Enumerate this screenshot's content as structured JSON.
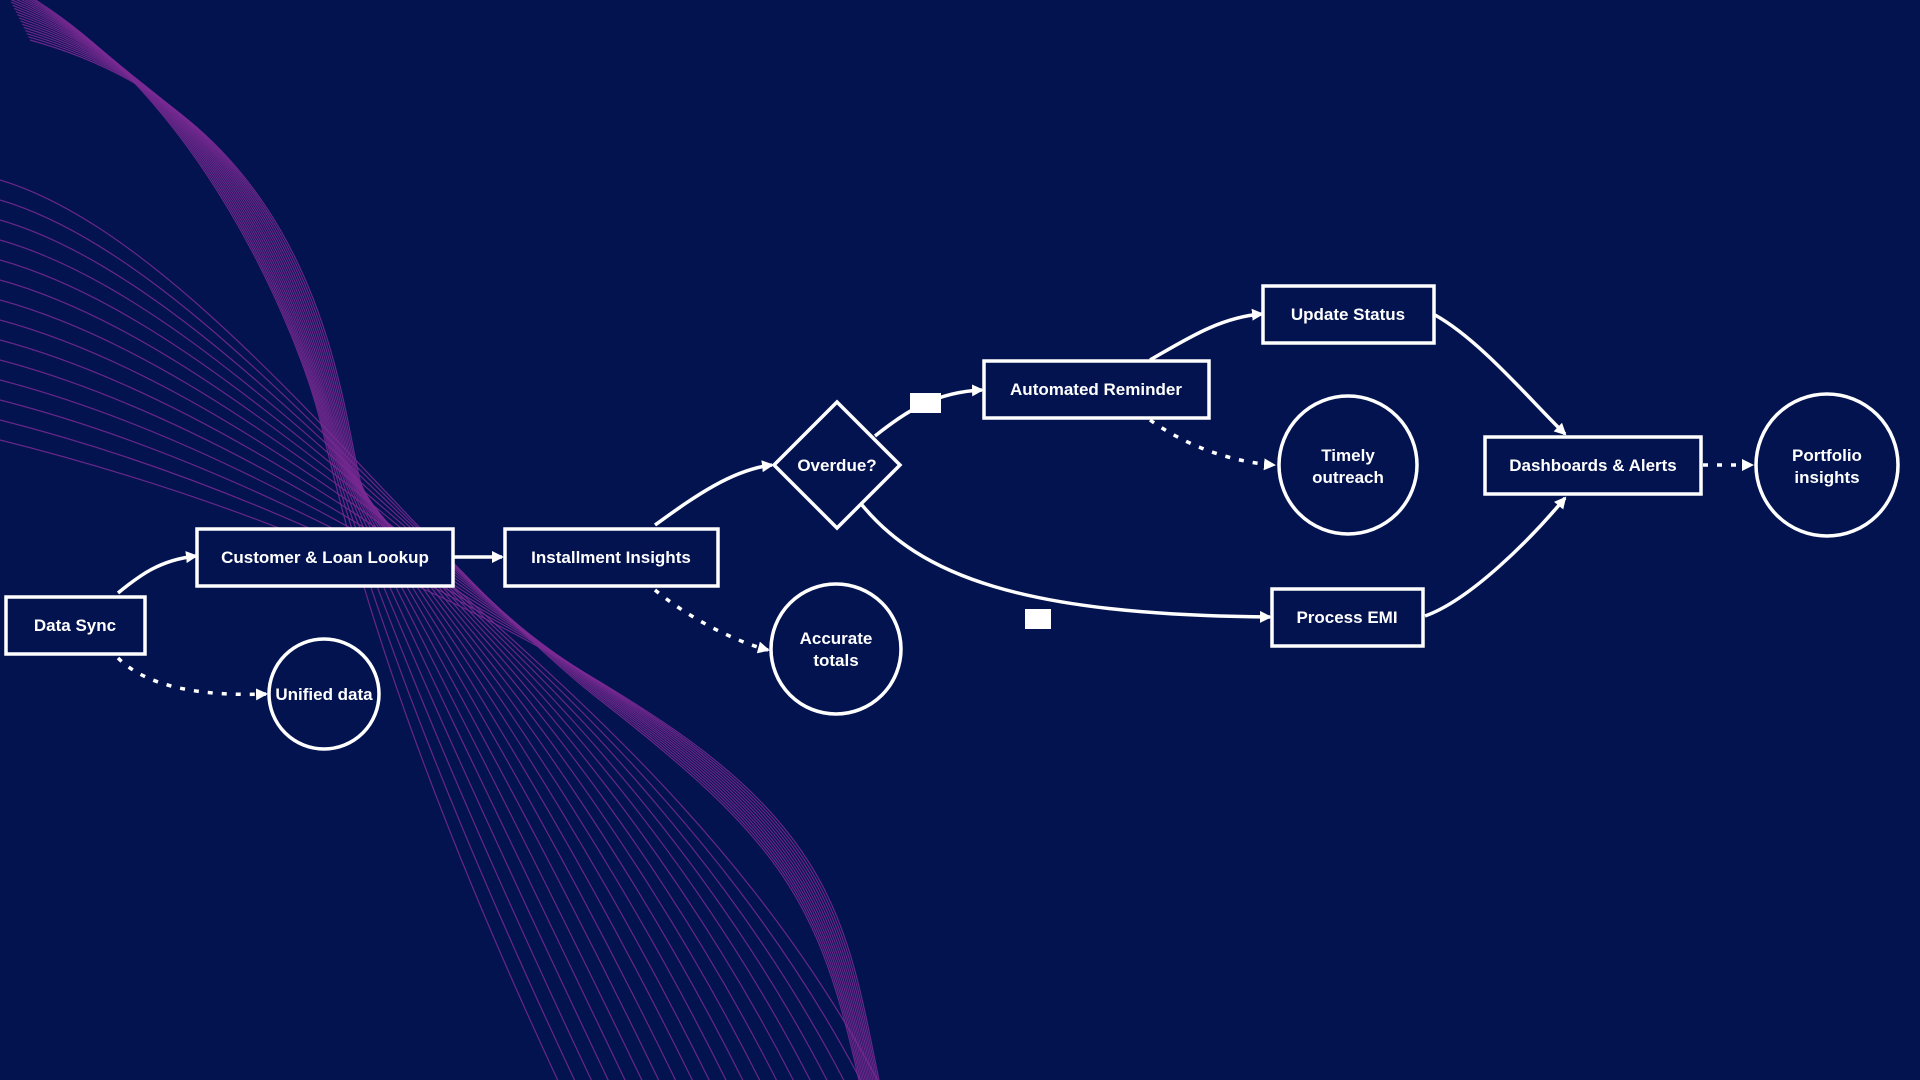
{
  "colors": {
    "background": "#03134f",
    "foreground": "#ffffff",
    "wave": "#7a2a93"
  },
  "nodes": {
    "data_sync": "Data Sync",
    "customer_loan_lookup": "Customer & Loan Lookup",
    "installment_insights": "Installment Insights",
    "overdue": "Overdue?",
    "automated_reminder": "Automated Reminder",
    "update_status": "Update Status",
    "process_emi": "Process EMI",
    "dashboards_alerts": "Dashboards & Alerts"
  },
  "outcomes": {
    "unified_data": "Unified data",
    "accurate_totals_1": "Accurate",
    "accurate_totals_2": "totals",
    "timely_outreach_1": "Timely",
    "timely_outreach_2": "outreach",
    "portfolio_insights_1": "Portfolio",
    "portfolio_insights_2": "insights"
  }
}
